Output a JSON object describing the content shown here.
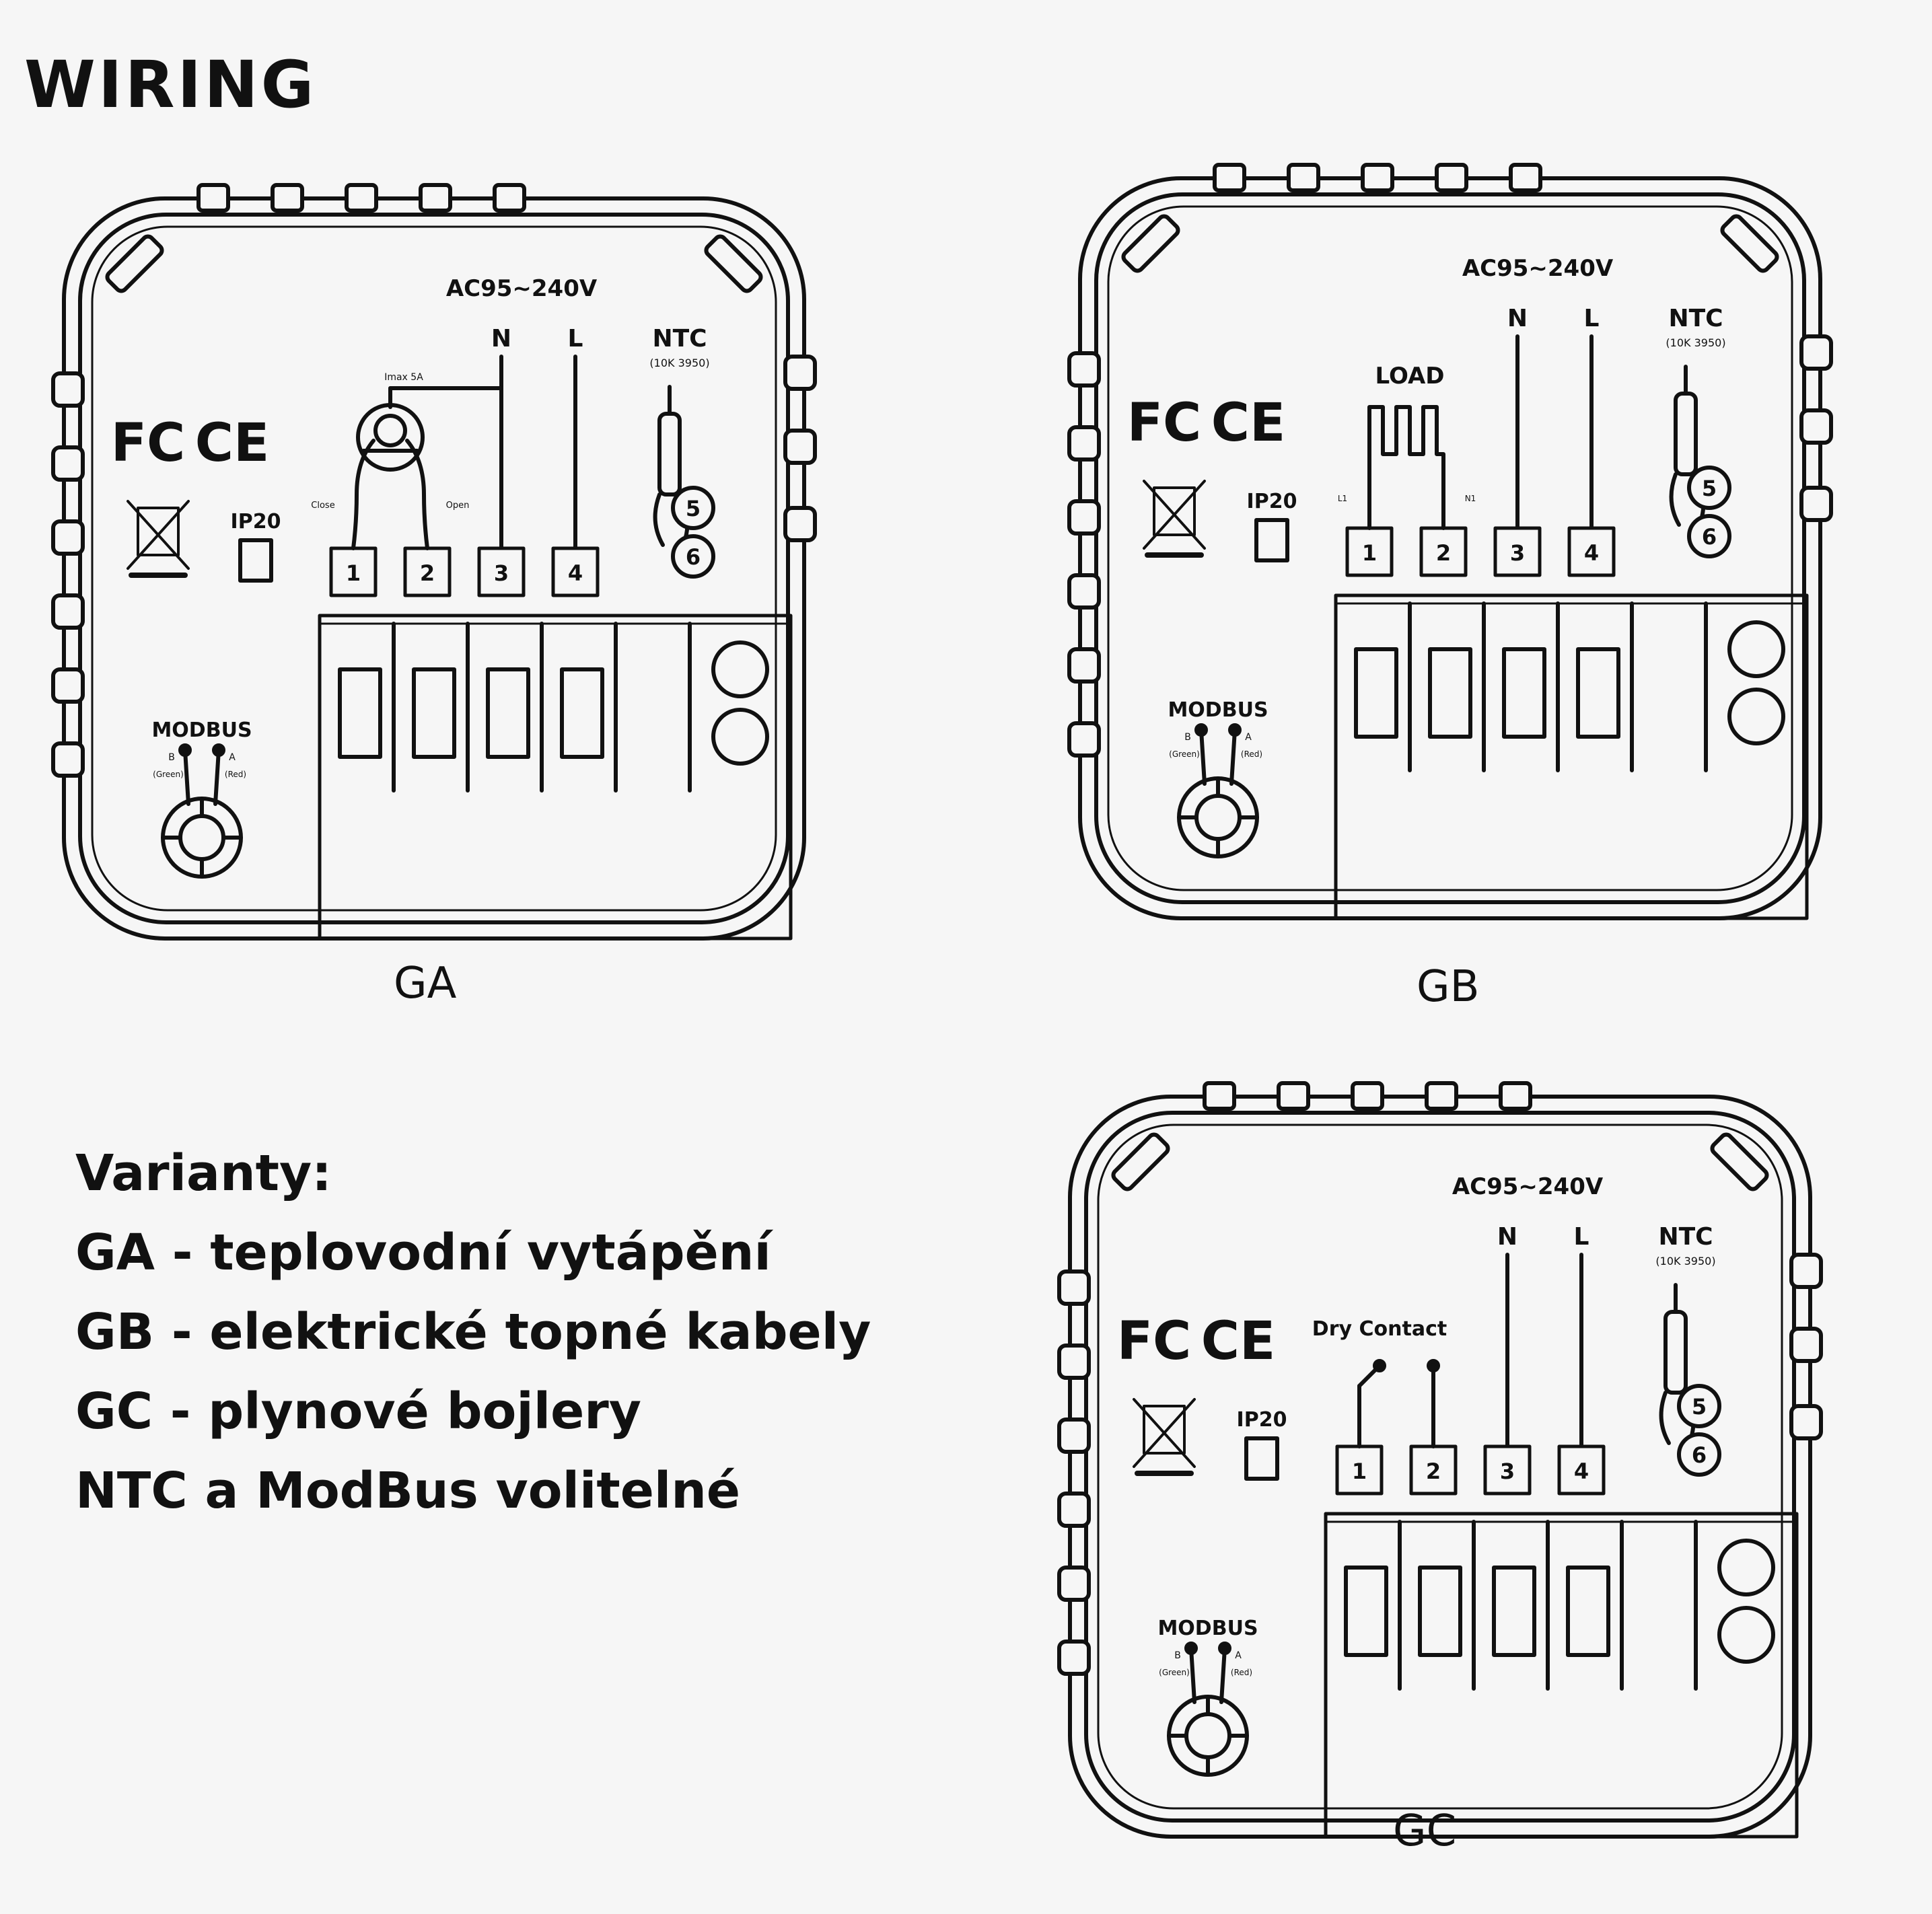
{
  "title": "WIRING",
  "common": {
    "supply": "AC95~240V",
    "n": "N",
    "l": "L",
    "ntc": "NTC",
    "ntc_sub": "(10K 3950)",
    "terminals": [
      "1",
      "2",
      "3",
      "4"
    ],
    "sensor_terminals": [
      "5",
      "6"
    ],
    "fcc": "FC",
    "ce": "CE",
    "ip": "IP20",
    "modbus": "MODBUS",
    "modbus_b": "B",
    "modbus_a": "A",
    "modbus_b_sub": "(Green)",
    "modbus_a_sub": "(Red)"
  },
  "diagrams": [
    {
      "id": "GA",
      "label": "GA",
      "load_type": "valve",
      "load_label": "Imax 5A",
      "left_lead": "Close",
      "right_lead": "Open"
    },
    {
      "id": "GB",
      "label": "GB",
      "load_type": "heating",
      "load_label": "LOAD",
      "left_lead": "L1",
      "right_lead": "N1"
    },
    {
      "id": "GC",
      "label": "GC",
      "load_type": "dry",
      "load_label": "Dry Contact",
      "left_lead": "",
      "right_lead": ""
    }
  ],
  "variants": {
    "heading": "Varianty:",
    "items": [
      "GA - teplovodní vytápění",
      "GB - elektrické topné kabely",
      "GC - plynové bojlery",
      "NTC a ModBus volitelné"
    ]
  }
}
